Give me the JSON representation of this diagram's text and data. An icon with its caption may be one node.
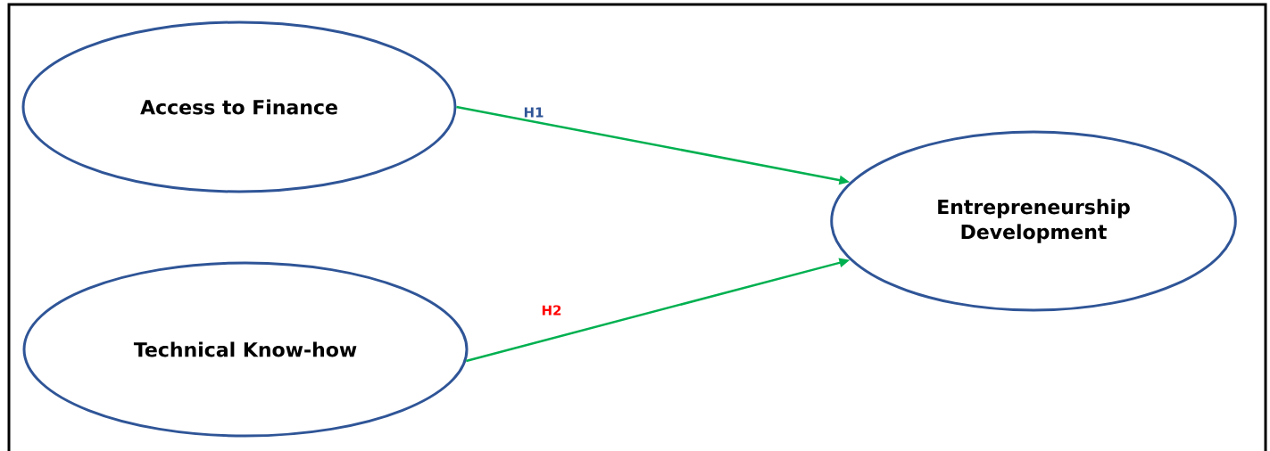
{
  "diagram": {
    "nodes": [
      {
        "text": [
          "Access to Finance"
        ]
      },
      {
        "text": [
          "Technical Know-how"
        ]
      },
      {
        "text": [
          "Entrepreneurship Development"
        ]
      }
    ],
    "edges": [
      {
        "from": 0,
        "to": 2,
        "arrow": "to",
        "label": "H1"
      },
      {
        "from": 1,
        "to": 2,
        "arrow": "to",
        "label": "H2"
      }
    ]
  }
}
